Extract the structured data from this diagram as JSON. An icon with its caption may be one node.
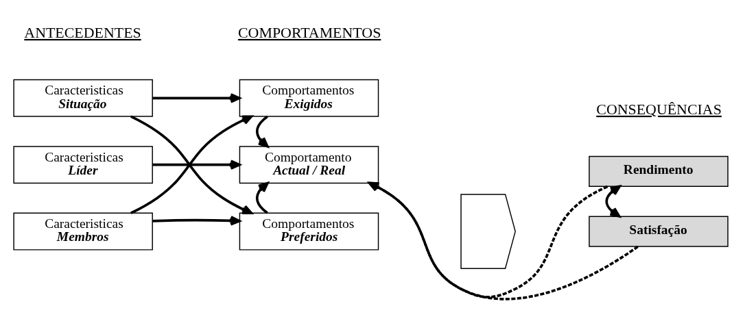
{
  "diagram": {
    "nodes": [
      {
        "text": [
          "Caracteristicas",
          "Situação"
        ]
      },
      {
        "text": [
          "Caracteristicas",
          "Líder"
        ]
      },
      {
        "text": [
          "Caracteristicas",
          "Membros"
        ]
      },
      {
        "text": [
          "Comportamentos",
          "Exigidos"
        ]
      },
      {
        "text": [
          "Comportamento",
          "Actual / Real"
        ]
      },
      {
        "text": [
          "Comportamentos",
          "Preferidos"
        ]
      },
      {
        "text": [],
        "shape": "chevron"
      },
      {
        "text": [
          "Rendimento"
        ]
      },
      {
        "text": [
          "Satisfação"
        ]
      }
    ],
    "edges": [
      {
        "from": 0,
        "to": 3,
        "arrow": "to"
      },
      {
        "from": 0,
        "to": 5,
        "arrow": "to"
      },
      {
        "from": 1,
        "to": 4,
        "arrow": "to"
      },
      {
        "from": 2,
        "to": 3,
        "arrow": "to"
      },
      {
        "from": 2,
        "to": 5,
        "arrow": "to"
      },
      {
        "from": 3,
        "to": 4,
        "arrow": "to"
      },
      {
        "from": 5,
        "to": 4,
        "arrow": "to"
      },
      {
        "from": 7,
        "to": 4,
        "arrow": "to",
        "style": "dashed"
      },
      {
        "from": 8,
        "to": 4,
        "arrow": "to",
        "style": "dashed"
      },
      {
        "from": 7,
        "to": 8,
        "arrow": "both"
      }
    ],
    "labels": [
      "ANTECEDENTES",
      "COMPORTAMENTOS",
      "CONSEQUÊNCIAS"
    ]
  }
}
